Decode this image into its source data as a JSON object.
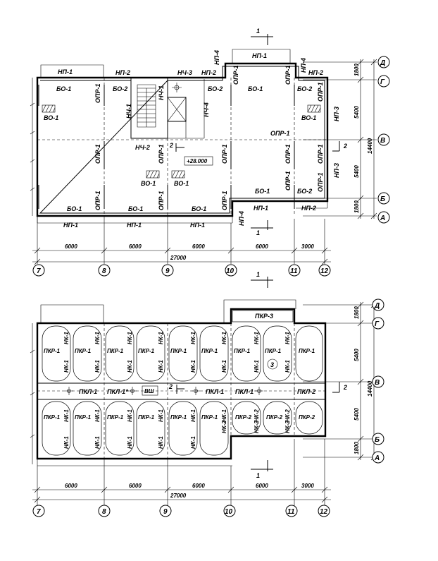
{
  "axes": {
    "x": [
      "7",
      "8",
      "9",
      "10",
      "11",
      "12"
    ],
    "y": [
      "Д",
      "Г",
      "В",
      "Б",
      "А"
    ]
  },
  "dims": {
    "spans": [
      "6000",
      "6000",
      "6000",
      "6000",
      "3000"
    ],
    "total_x": "27000",
    "spans_y": [
      "1800",
      "5400",
      "5400",
      "1800"
    ],
    "total_y": "14400"
  },
  "section": {
    "one": "1",
    "two": "2"
  },
  "mark3": "3",
  "elev": "+28.000",
  "top": {
    "np1": "НП-1",
    "np2": "НП-2",
    "np3": "НП-3",
    "np4": "НП-4",
    "nch1": "НЧ-1",
    "nch2": "НЧ-2",
    "nch3": "НЧ-3",
    "nch4": "НЧ-4",
    "bo1": "БО-1",
    "bo2": "БО-2",
    "vo1": "ВО-1",
    "opr1": "ОПР-1"
  },
  "bottom": {
    "pkr1": "ПКР-1",
    "pkr2": "ПКР-2",
    "pkr3": "ПКР-3",
    "nk1": "НК-1",
    "nk2": "НК-2",
    "pkl1": "ПКЛ-1",
    "pkl1s": "ПКЛ-1*",
    "pkl2": "ПКЛ-2",
    "vsh": "ВШ"
  }
}
